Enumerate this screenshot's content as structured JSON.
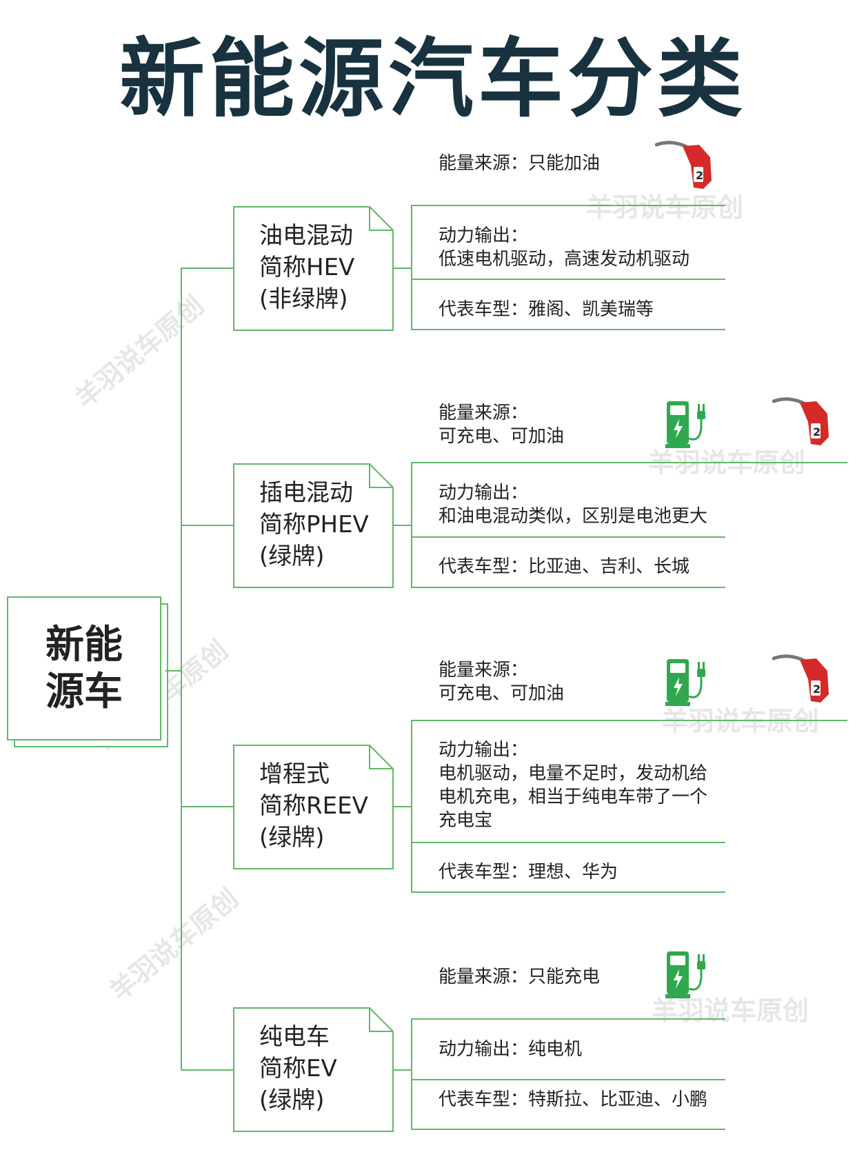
{
  "title": "新能源汽车分类",
  "watermark": "羊羽说车原创",
  "root": {
    "line1": "新能",
    "line2": "源车"
  },
  "colors": {
    "line": "#5fb866",
    "title": "#18323f",
    "pump_red": "#d62a2a",
    "charger_green": "#2fa84f"
  },
  "categories": [
    {
      "name": "油电混动",
      "abbr": "简称HEV",
      "plate": "(非绿牌)",
      "energy_label": "能量来源：只能加油",
      "energy_value": "",
      "power_label": "动力输出：",
      "power_lines": [
        "低速电机驱动，高速发动机驱动"
      ],
      "models_label": "代表车型：雅阁、凯美瑞等",
      "icons": [
        "fuel-pump-icon"
      ]
    },
    {
      "name": "插电混动",
      "abbr": "简称PHEV",
      "plate": "(绿牌)",
      "energy_label": "能量来源：",
      "energy_value": "可充电、可加油",
      "power_label": "动力输出：",
      "power_lines": [
        "和油电混动类似，区别是电池更大"
      ],
      "models_label": "代表车型：比亚迪、吉利、长城",
      "icons": [
        "charging-station-icon",
        "fuel-pump-icon"
      ]
    },
    {
      "name": "增程式",
      "abbr": "简称REEV",
      "plate": "(绿牌)",
      "energy_label": "能量来源：",
      "energy_value": "可充电、可加油",
      "power_label": "动力输出：",
      "power_lines": [
        "电机驱动，电量不足时，发动机给",
        "电机充电，相当于纯电车带了一个",
        "充电宝"
      ],
      "models_label": "代表车型：理想、华为",
      "icons": [
        "charging-station-icon",
        "fuel-pump-icon"
      ]
    },
    {
      "name": "纯电车",
      "abbr": "简称EV",
      "plate": "(绿牌)",
      "energy_label": "能量来源：只能充电",
      "energy_value": "",
      "power_label": "动力输出：纯电机",
      "power_lines": [],
      "models_label": "代表车型：特斯拉、比亚迪、小鹏",
      "icons": [
        "charging-station-icon"
      ]
    }
  ]
}
